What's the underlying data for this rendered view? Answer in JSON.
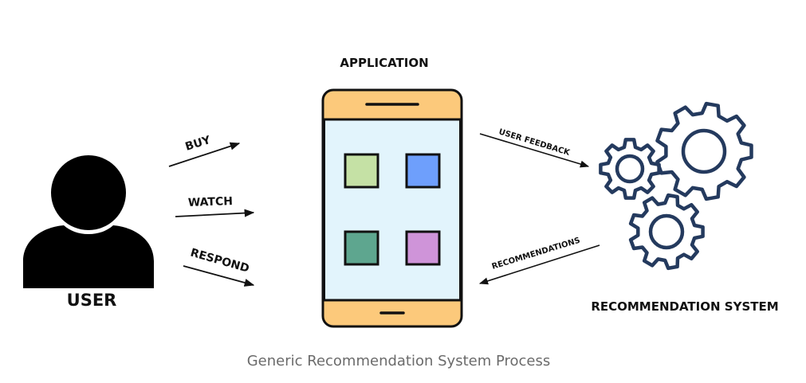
{
  "colors": {
    "ink": "#111111",
    "phone_frame": "#fcc97b",
    "phone_screen": "#e2f4fc",
    "gear": "#243a5e",
    "caption": "#6b6b6b",
    "app_tiles": [
      "#c5e1a5",
      "#6e9ffc",
      "#5ea68f",
      "#cf94d9"
    ]
  },
  "user": {
    "label": "USER",
    "icon": "user-icon"
  },
  "actions": [
    {
      "label": "BUY"
    },
    {
      "label": "WATCH"
    },
    {
      "label": "RESPOND"
    }
  ],
  "application": {
    "label": "APPLICATION",
    "icon": "smartphone-icon"
  },
  "feedback": {
    "label": "USER FEEDBACK"
  },
  "recommendations": {
    "label": "RECOMMENDATIONS"
  },
  "system": {
    "label": "RECOMMENDATION SYSTEM",
    "icon": "gears-icon"
  },
  "caption": "Generic Recommendation System Process"
}
